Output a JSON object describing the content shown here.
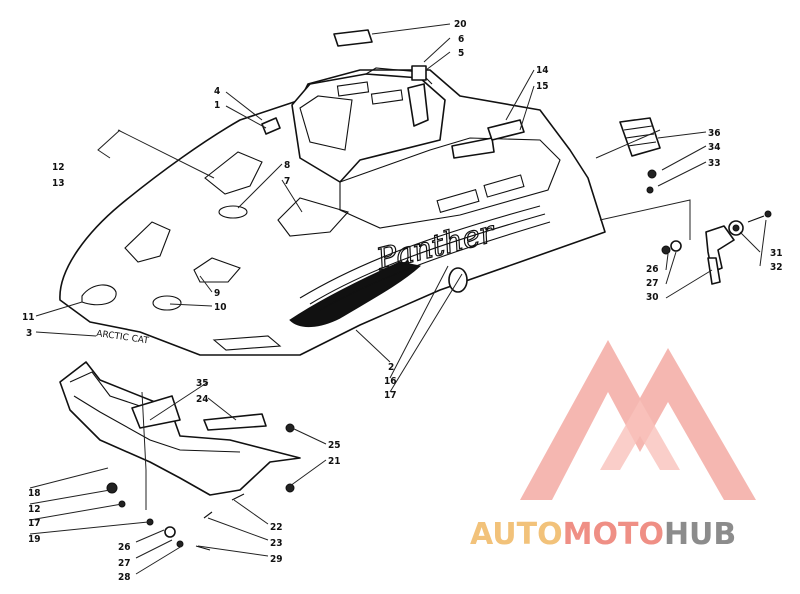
{
  "diagram": {
    "decal_text": "Panther",
    "badge_text": "ARCTIC CAT",
    "watermark": {
      "auto": "AUTO",
      "moto": "MOTO",
      "hub": "HUB",
      "colors": {
        "auto": "#f2c27a",
        "moto": "#ef8f85",
        "hub": "#8c8c8c",
        "logo": "#ef8f85"
      }
    },
    "callouts": [
      "20",
      "6",
      "5",
      "4",
      "1",
      "14",
      "15",
      "36",
      "34",
      "33",
      "12",
      "13",
      "8",
      "7",
      "31",
      "32",
      "26",
      "27",
      "30",
      "9",
      "10",
      "11",
      "3",
      "2",
      "16",
      "17",
      "35",
      "24",
      "25",
      "21",
      "18",
      "12",
      "17",
      "19",
      "22",
      "23",
      "26",
      "27",
      "28",
      "29"
    ]
  }
}
